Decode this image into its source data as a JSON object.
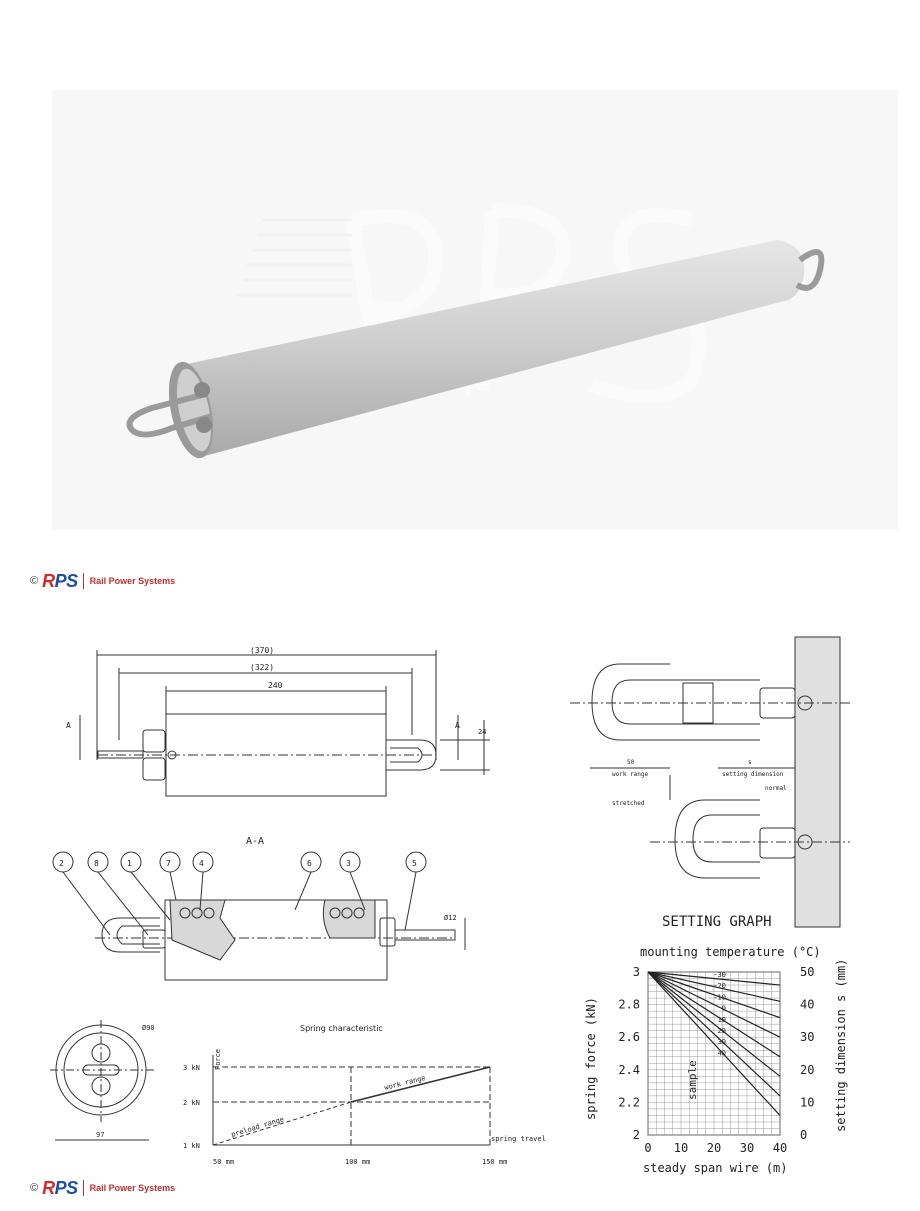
{
  "logo": {
    "copyright": "©",
    "brand": "RPS",
    "company": "Rail Power Systems"
  },
  "dimensions": {
    "d370": "(370)",
    "d322": "(322)",
    "d240": "240",
    "d24": "24",
    "section_marker": "A",
    "section_title": "A-A",
    "d12": "Ø12",
    "d90": "Ø90",
    "d97": "97"
  },
  "part_numbers": [
    "2",
    "8",
    "1",
    "7",
    "4",
    "6",
    "3",
    "5"
  ],
  "setting_detail": {
    "d50": "50",
    "work_range": "work range",
    "dim_s": "s",
    "setting_dimension": "setting dimension",
    "normal": "normal",
    "stretched": "stretched"
  },
  "spring_chart": {
    "title": "Spring characteristic",
    "y_axis": "Force",
    "y_ticks": [
      "3 kN",
      "2 kN",
      "1 kN"
    ],
    "x_ticks": [
      "50 mm",
      "100 mm",
      "150 mm"
    ],
    "x_axis": "spring travel",
    "preload": "preload range",
    "work": "work range"
  },
  "chart_data": {
    "type": "line",
    "title": "SETTING GRAPH",
    "top_axis_label": "mounting temperature (°C)",
    "xlabel": "steady span wire (m)",
    "ylabel": "spring force (kN)",
    "y2label": "setting dimension s (mm)",
    "x_ticks": [
      "0",
      "10",
      "20",
      "30",
      "40"
    ],
    "y_ticks": [
      "3",
      "2.8",
      "2.6",
      "2.4",
      "2.2",
      "2"
    ],
    "y2_ticks": [
      "50",
      "40",
      "30",
      "20",
      "10",
      "0"
    ],
    "xlim": [
      0,
      40
    ],
    "ylim": [
      2,
      3
    ],
    "y2lim": [
      0,
      50
    ],
    "grid": true,
    "series": [
      {
        "name": "-30",
        "x": [
          0,
          40
        ],
        "y": [
          3.0,
          2.92
        ]
      },
      {
        "name": "-20",
        "x": [
          0,
          40
        ],
        "y": [
          3.0,
          2.82
        ]
      },
      {
        "name": "-10",
        "x": [
          0,
          40
        ],
        "y": [
          3.0,
          2.72
        ]
      },
      {
        "name": "0",
        "x": [
          0,
          40
        ],
        "y": [
          3.0,
          2.6
        ]
      },
      {
        "name": "10",
        "x": [
          0,
          40
        ],
        "y": [
          3.0,
          2.48
        ]
      },
      {
        "name": "20",
        "x": [
          0,
          40
        ],
        "y": [
          3.0,
          2.36
        ]
      },
      {
        "name": "30",
        "x": [
          0,
          40
        ],
        "y": [
          3.0,
          2.24
        ]
      },
      {
        "name": "40",
        "x": [
          0,
          40
        ],
        "y": [
          3.0,
          2.12
        ]
      }
    ],
    "annotation": "sample"
  }
}
